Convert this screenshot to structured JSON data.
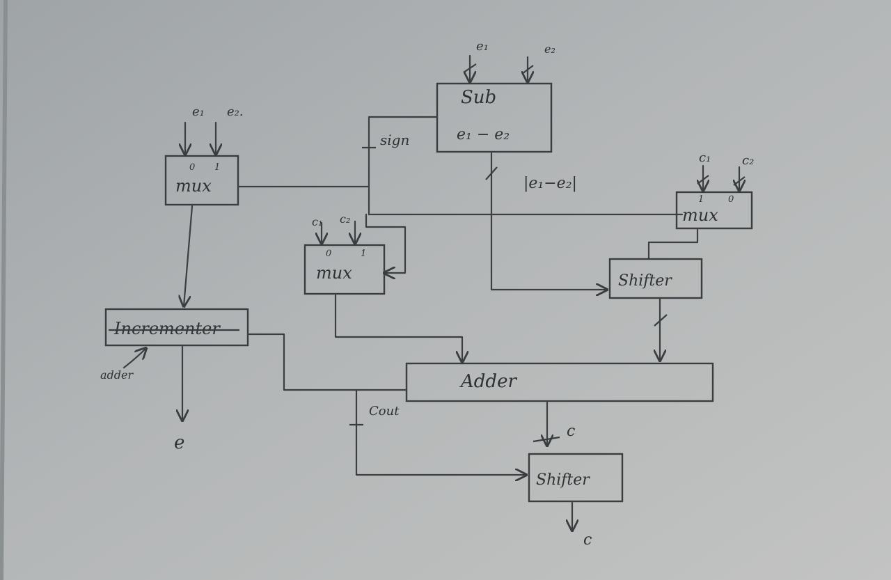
{
  "blocks": {
    "sub": {
      "line1": "Sub",
      "line2": "e₁ − e₂"
    },
    "mux_left": "mux",
    "mux_mid": "mux",
    "mux_right": "mux",
    "incrementer": "Incrementer",
    "adder": "Adder",
    "shifter_top": "Shifter",
    "shifter_bottom": "Shifter"
  },
  "labels": {
    "sub_in1": "e₁",
    "sub_in2": "e₂",
    "mux_left_in1": "e₁",
    "mux_left_in2": "e₂.",
    "mux_left_sel0": "0",
    "mux_left_sel1": "1",
    "mux_mid_in1": "c₁",
    "mux_mid_in2": "c₂",
    "mux_mid_sel0": "0",
    "mux_mid_sel1": "1",
    "mux_right_in1": "c₁",
    "mux_right_in2": "c₂",
    "mux_right_sel1": "1",
    "mux_right_sel0": "0",
    "sign": "sign",
    "abs_diff": "|e₁−e₂|",
    "cout": "Cout",
    "adder_out": "c",
    "incrementer_note": "adder",
    "output_e": "e",
    "output_c": "c"
  }
}
